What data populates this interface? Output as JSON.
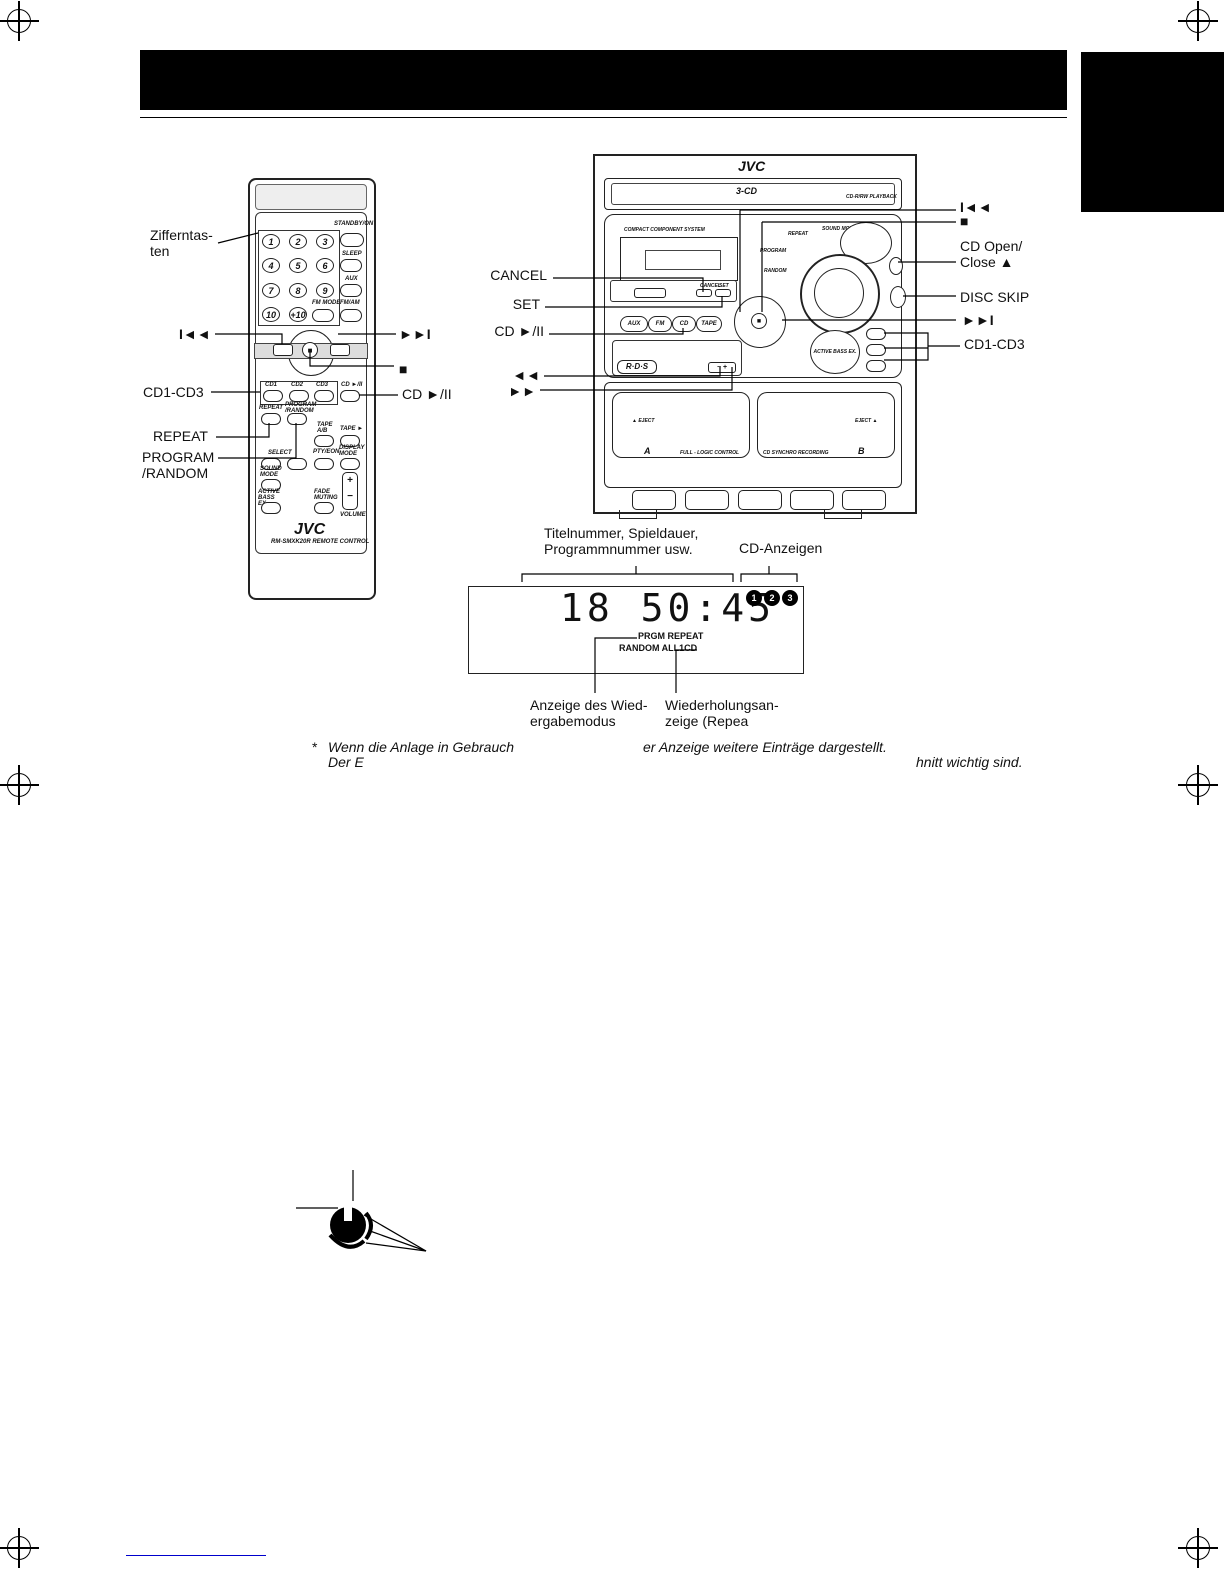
{
  "remote": {
    "brand": "JVC",
    "model": "RM-SMXK20R  REMOTE CONTROL",
    "standby": "STANDBY/ON",
    "sleep": "SLEEP",
    "aux": "AUX",
    "fm_mode": "FM MODE",
    "fm_am": "FM/AM",
    "numbers": [
      "1",
      "2",
      "3",
      "4",
      "5",
      "6",
      "7",
      "8",
      "9",
      "10",
      "+10"
    ],
    "cd1": "CD1",
    "cd2": "CD2",
    "cd3": "CD3",
    "cd_play": "CD ►/II",
    "repeat": "REPEAT",
    "program_random": "PROGRAM /RANDOM",
    "tape_ab": "TAPE A/B",
    "tape": "TAPE ►",
    "select": "SELECT",
    "pty_eon": "PTY/EON",
    "display_mode": "DISPLAY MODE",
    "sound_mode": "SOUND MODE",
    "active_bass": "ACTIVE BASS EX.",
    "fade_muting": "FADE MUTING",
    "volume": "VOLUME"
  },
  "remote_labels": {
    "zifferntasten": "Zifferntas-\nten",
    "prev": "I◄◄",
    "next": "►►I",
    "stop": "■",
    "cd1_cd3": "CD1-CD3",
    "cd_play": "CD ►/II",
    "repeat": "REPEAT",
    "program": "PROGRAM\n/RANDOM"
  },
  "unit": {
    "brand": "JVC",
    "changer": "3-CD",
    "playback": "CD-R/RW PLAYBACK",
    "compact": "COMPACT   COMPONENT   SYSTEM",
    "repeat": "REPEAT",
    "sound_mode": "SOUND MODE",
    "program": "PROGRAM",
    "random": "RANDOM",
    "cancel": "CANCEL",
    "set": "SET",
    "aux": "AUX",
    "fm": "FM",
    "cd": "CD",
    "tape": "TAPE",
    "rds": "R·D·S",
    "active_bass": "ACTIVE BASS EX.",
    "deck_a": "A",
    "deck_b": "B",
    "logic": "FULL - LOGIC CONTROL",
    "synchro": "CD SYNCHRO RECORDING",
    "eject_a": "▲ EJECT",
    "eject_b": "EJECT ▲"
  },
  "unit_labels": {
    "cancel": "CANCEL",
    "set": "SET",
    "cd_play": "CD ►/II",
    "rew": "◄◄",
    "ff": "►►",
    "prev": "I◄◄",
    "stop": "■",
    "cd_open": "CD Open/\nClose ▲",
    "disc_skip": "DISC SKIP",
    "next": "►►I",
    "cd1_cd3": "CD1-CD3"
  },
  "display": {
    "track_caption": "Titelnummer, Spieldauer,\nProgrammnummer usw.",
    "cd_caption": "CD-Anzeigen",
    "readout": "18  50:45",
    "discs": [
      "1",
      "2",
      "3"
    ],
    "prgm_repeat": "PRGM REPEAT",
    "random_all": "RANDOM ALL1CD",
    "mode_caption": "Anzeige des Wied-\nergabemodus",
    "repeat_caption": "Wiederholungsan-\nzeige (Repea"
  },
  "footnote": {
    "star": "*",
    "line1a": "Wenn die Anlage in Gebrauch",
    "line1b": "er Anzeige weitere Einträge dargestellt.",
    "line2a": "Der E",
    "line2b": "hnitt wichtig sind."
  }
}
